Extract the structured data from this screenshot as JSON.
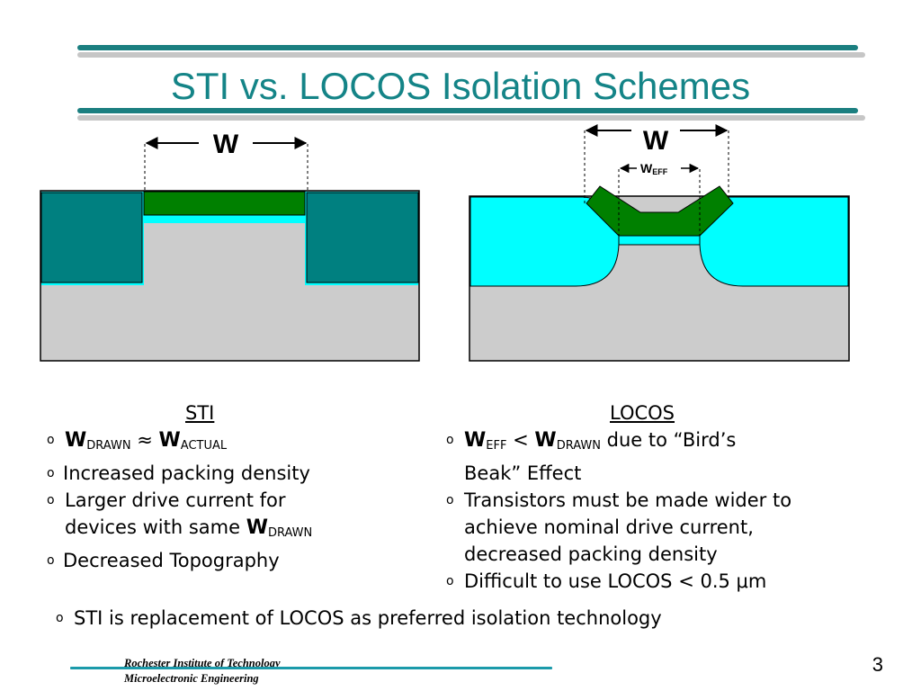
{
  "title": "STI vs. LOCOS Isolation Schemes",
  "colors": {
    "teal_rule": "#1b7f80",
    "gray_rule": "#c6c6c6",
    "cyan": "#00ffff",
    "dark_teal": "#008080",
    "green": "#008000",
    "gray_substrate": "#cccccc",
    "title": "#148487"
  },
  "diagram": {
    "sti_w_label": "W",
    "locos_w_label": "W",
    "weff_main": "W",
    "weff_sub": "EFF"
  },
  "sti": {
    "heading": "STI",
    "b1": {
      "w1": "W",
      "s1": "DRAWN",
      "op": " ≈ ",
      "w2": "W",
      "s2": "ACTUAL"
    },
    "b2": "Increased packing density",
    "b3a": "Larger drive current for",
    "b3b": "devices with same ",
    "b3w": "W",
    "b3s": "DRAWN",
    "b4": "Decreased Topography"
  },
  "locos": {
    "heading": "LOCOS",
    "b1": {
      "w1": "W",
      "s1": "EFF",
      "op": " < ",
      "w2": "W",
      "s2": "DRAWN",
      "rest": " due to “Bird’s"
    },
    "b1b": "Beak” Effect",
    "b2a": "Transistors must be made wider to",
    "b2b": "achieve nominal drive current,",
    "b2c": "decreased packing density",
    "b3": "Difficult to use LOCOS < 0.5 μm"
  },
  "summary": "STI is replacement of LOCOS as preferred isolation technology",
  "bullet_glyph": "o",
  "footer": {
    "line1": "Rochester Institute of Technology",
    "line2": "Microelectronic Engineering"
  },
  "page_number": "3"
}
